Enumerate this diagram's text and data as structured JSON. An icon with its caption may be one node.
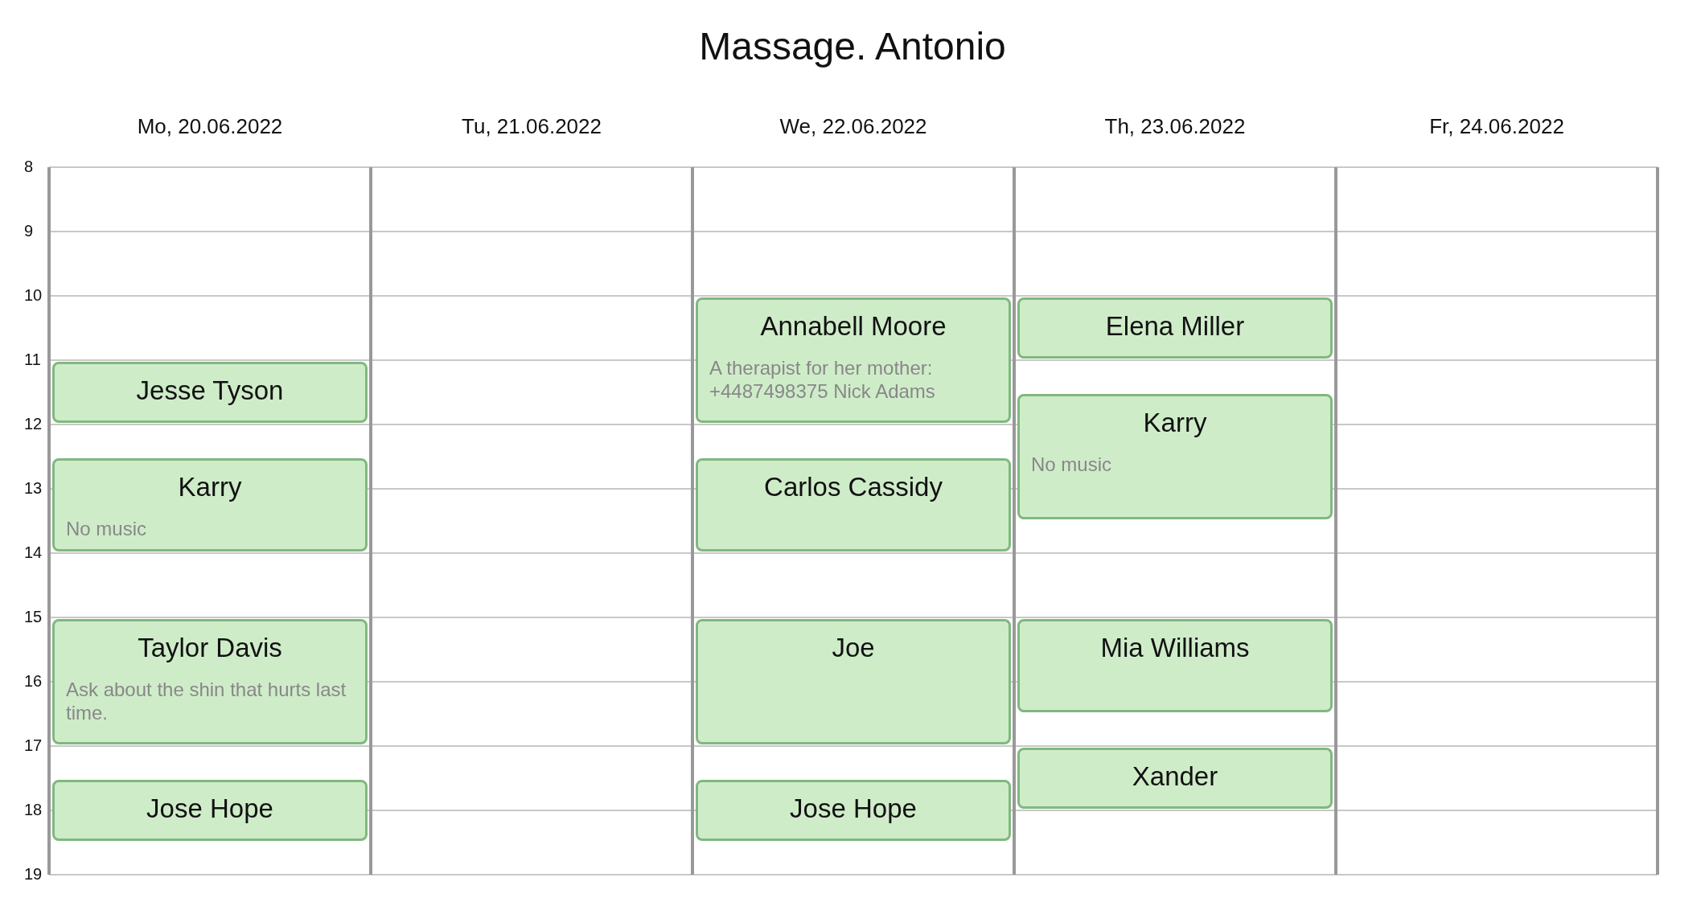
{
  "diagram": {
    "title": "Massage. Antonio",
    "nodes": [
      {
        "text": [
          "Jesse Tyson"
        ]
      },
      {
        "text": [
          "Karry",
          "No music"
        ]
      },
      {
        "text": [
          "Taylor Davis",
          "Ask about the shin that hurts last time."
        ]
      },
      {
        "text": [
          "Jose Hope"
        ]
      },
      {
        "text": [
          "Annabell Moore",
          "A therapist for her mother: +4487498375 Nick Adams"
        ]
      },
      {
        "text": [
          "Carlos Cassidy"
        ]
      },
      {
        "text": [
          "Joe"
        ]
      },
      {
        "text": [
          "Jose Hope"
        ]
      },
      {
        "text": [
          "Elena Miller"
        ]
      },
      {
        "text": [
          "Karry",
          "No music"
        ]
      },
      {
        "text": [
          "Mia Williams"
        ]
      },
      {
        "text": [
          "Xander"
        ]
      }
    ],
    "labels": [
      "Mo, 20.06.2022",
      "Tu, 21.06.2022",
      "We, 22.06.2022",
      "Th, 23.06.2022",
      "Fr, 24.06.2022",
      "8",
      "9",
      "10",
      "11",
      "12",
      "13",
      "14",
      "15",
      "16",
      "17",
      "18",
      "19"
    ]
  }
}
